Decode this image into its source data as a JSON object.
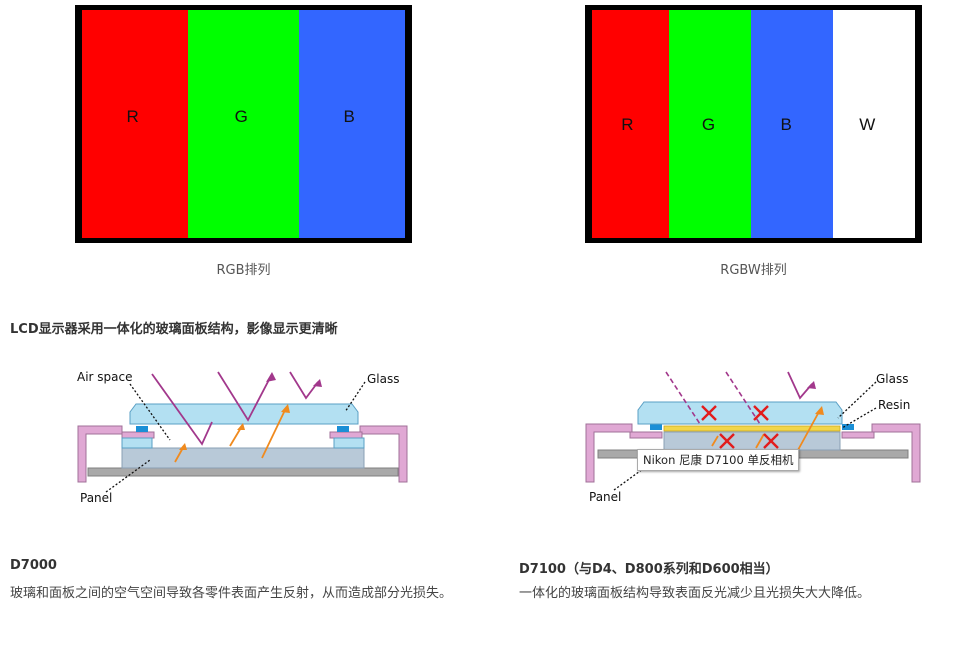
{
  "rgb_panel": {
    "caption": "RGB排列",
    "subpixels": [
      {
        "label": "R",
        "color": "#ff0000"
      },
      {
        "label": "G",
        "color": "#00ff00"
      },
      {
        "label": "B",
        "color": "#3366ff"
      }
    ]
  },
  "rgbw_panel": {
    "caption": "RGBW排列",
    "subpixels": [
      {
        "label": "R",
        "color": "#ff0000"
      },
      {
        "label": "G",
        "color": "#00ff00"
      },
      {
        "label": "B",
        "color": "#3366ff"
      },
      {
        "label": "W",
        "color": "#ffffff"
      }
    ]
  },
  "section_title": "LCD显示器采用一体化的玻璃面板结构，影像显示更清晰",
  "diagram_left": {
    "air_space_label": "Air space",
    "glass_label": "Glass",
    "panel_label": "Panel"
  },
  "diagram_right": {
    "glass_label": "Glass",
    "resin_label": "Resin",
    "panel_label": "Panel",
    "tooltip": "Nikon 尼康 D7100 单反相机"
  },
  "left_text": {
    "title": "D7000",
    "body": "玻璃和面板之间的空气空间导致各零件表面产生反射，从而造成部分光损失。"
  },
  "right_text": {
    "title": "D7100（与D4、D800系列和D600相当）",
    "body": "一体化的玻璃面板结构导致表面反光减少且光损失大大降低。"
  },
  "colors": {
    "glass": "#b3e0f2",
    "glass_stroke": "#5a9fc4",
    "frame_pink": "#e0a8d4",
    "panel_grey": "#a9a9a9",
    "layer_blue_grey": "#b8c9d8",
    "resin_yellow": "#f2d64b",
    "reflection_purple": "#a2388c",
    "transmit_orange": "#f08a1e",
    "cross_red": "#e21c1c"
  }
}
